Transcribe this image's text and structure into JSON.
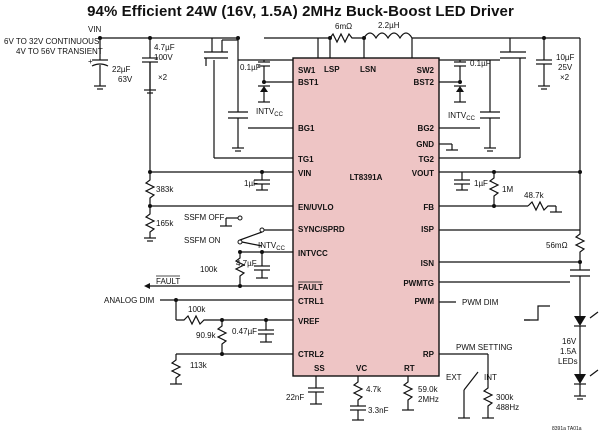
{
  "title": "94% Efficient 24W (16V, 1.5A) 2MHz Buck-Boost LED Driver",
  "chip": {
    "name": "LT8391A",
    "pins_left": [
      "SW1",
      "BST1",
      "BG1",
      "TG1",
      "VIN",
      "EN/UVLO",
      "SYNC/SPRD",
      "INTVCC",
      "FAULT",
      "CTRL1",
      "VREF",
      "CTRL2"
    ],
    "pins_right": [
      "SW2",
      "BST2",
      "BG2",
      "GND",
      "TG2",
      "VOUT",
      "FB",
      "ISP",
      "ISN",
      "PWMTG",
      "PWM",
      "RP"
    ],
    "pins_top": [
      "LSP",
      "LSN"
    ],
    "pins_bottom": [
      "SS",
      "VC",
      "RT"
    ]
  },
  "labels": {
    "vin": "VIN",
    "vin_cont": "6V TO 32V CONTINUOUS",
    "vin_trans": "4V TO 56V TRANSIENT",
    "cin": "22µF",
    "cin_v": "63V",
    "c1": "4.7µF",
    "c1_v": "100V",
    "c1_n": "×2",
    "cbst1": "0.1µF",
    "rsense": "6mΩ",
    "ind": "2.2µH",
    "cbst2": "0.1µF",
    "cout": "10µF",
    "cout_v": "25V",
    "cout_n": "×2",
    "intvcc_l": "INTVCC",
    "intvcc_r": "INTVCC",
    "r383": "383k",
    "r165": "165k",
    "c1uf_l": "1µF",
    "c1uf_r": "1µF",
    "r1m": "1M",
    "r487": "48.7k",
    "ssfm_off": "SSFM OFF",
    "ssfm_on": "SSFM ON",
    "intvcc_sw": "INTVCC",
    "r100k_a": "100k",
    "c47": "4.7µF",
    "fault": "FAULT",
    "analog_dim": "ANALOG DIM",
    "r100k_b": "100k",
    "r909": "90.9k",
    "c047": "0.47µF",
    "r113": "113k",
    "r56": "56mΩ",
    "pwm_dim": "PWM DIM",
    "pwm_setting": "PWM SETTING",
    "ext": "EXT",
    "int": "INT",
    "led_v": "16V",
    "led_a": "1.5A",
    "led_lbl": "LEDs",
    "c22n": "22nF",
    "r47k": "4.7k",
    "c33n": "3.3nF",
    "r590": "59.0k",
    "f2m": "2MHz",
    "r300": "300k",
    "f488": "488Hz",
    "code": "8391a TA01a"
  },
  "colors": {
    "chip_fill": "#eec5c5",
    "wire": "#111111"
  }
}
